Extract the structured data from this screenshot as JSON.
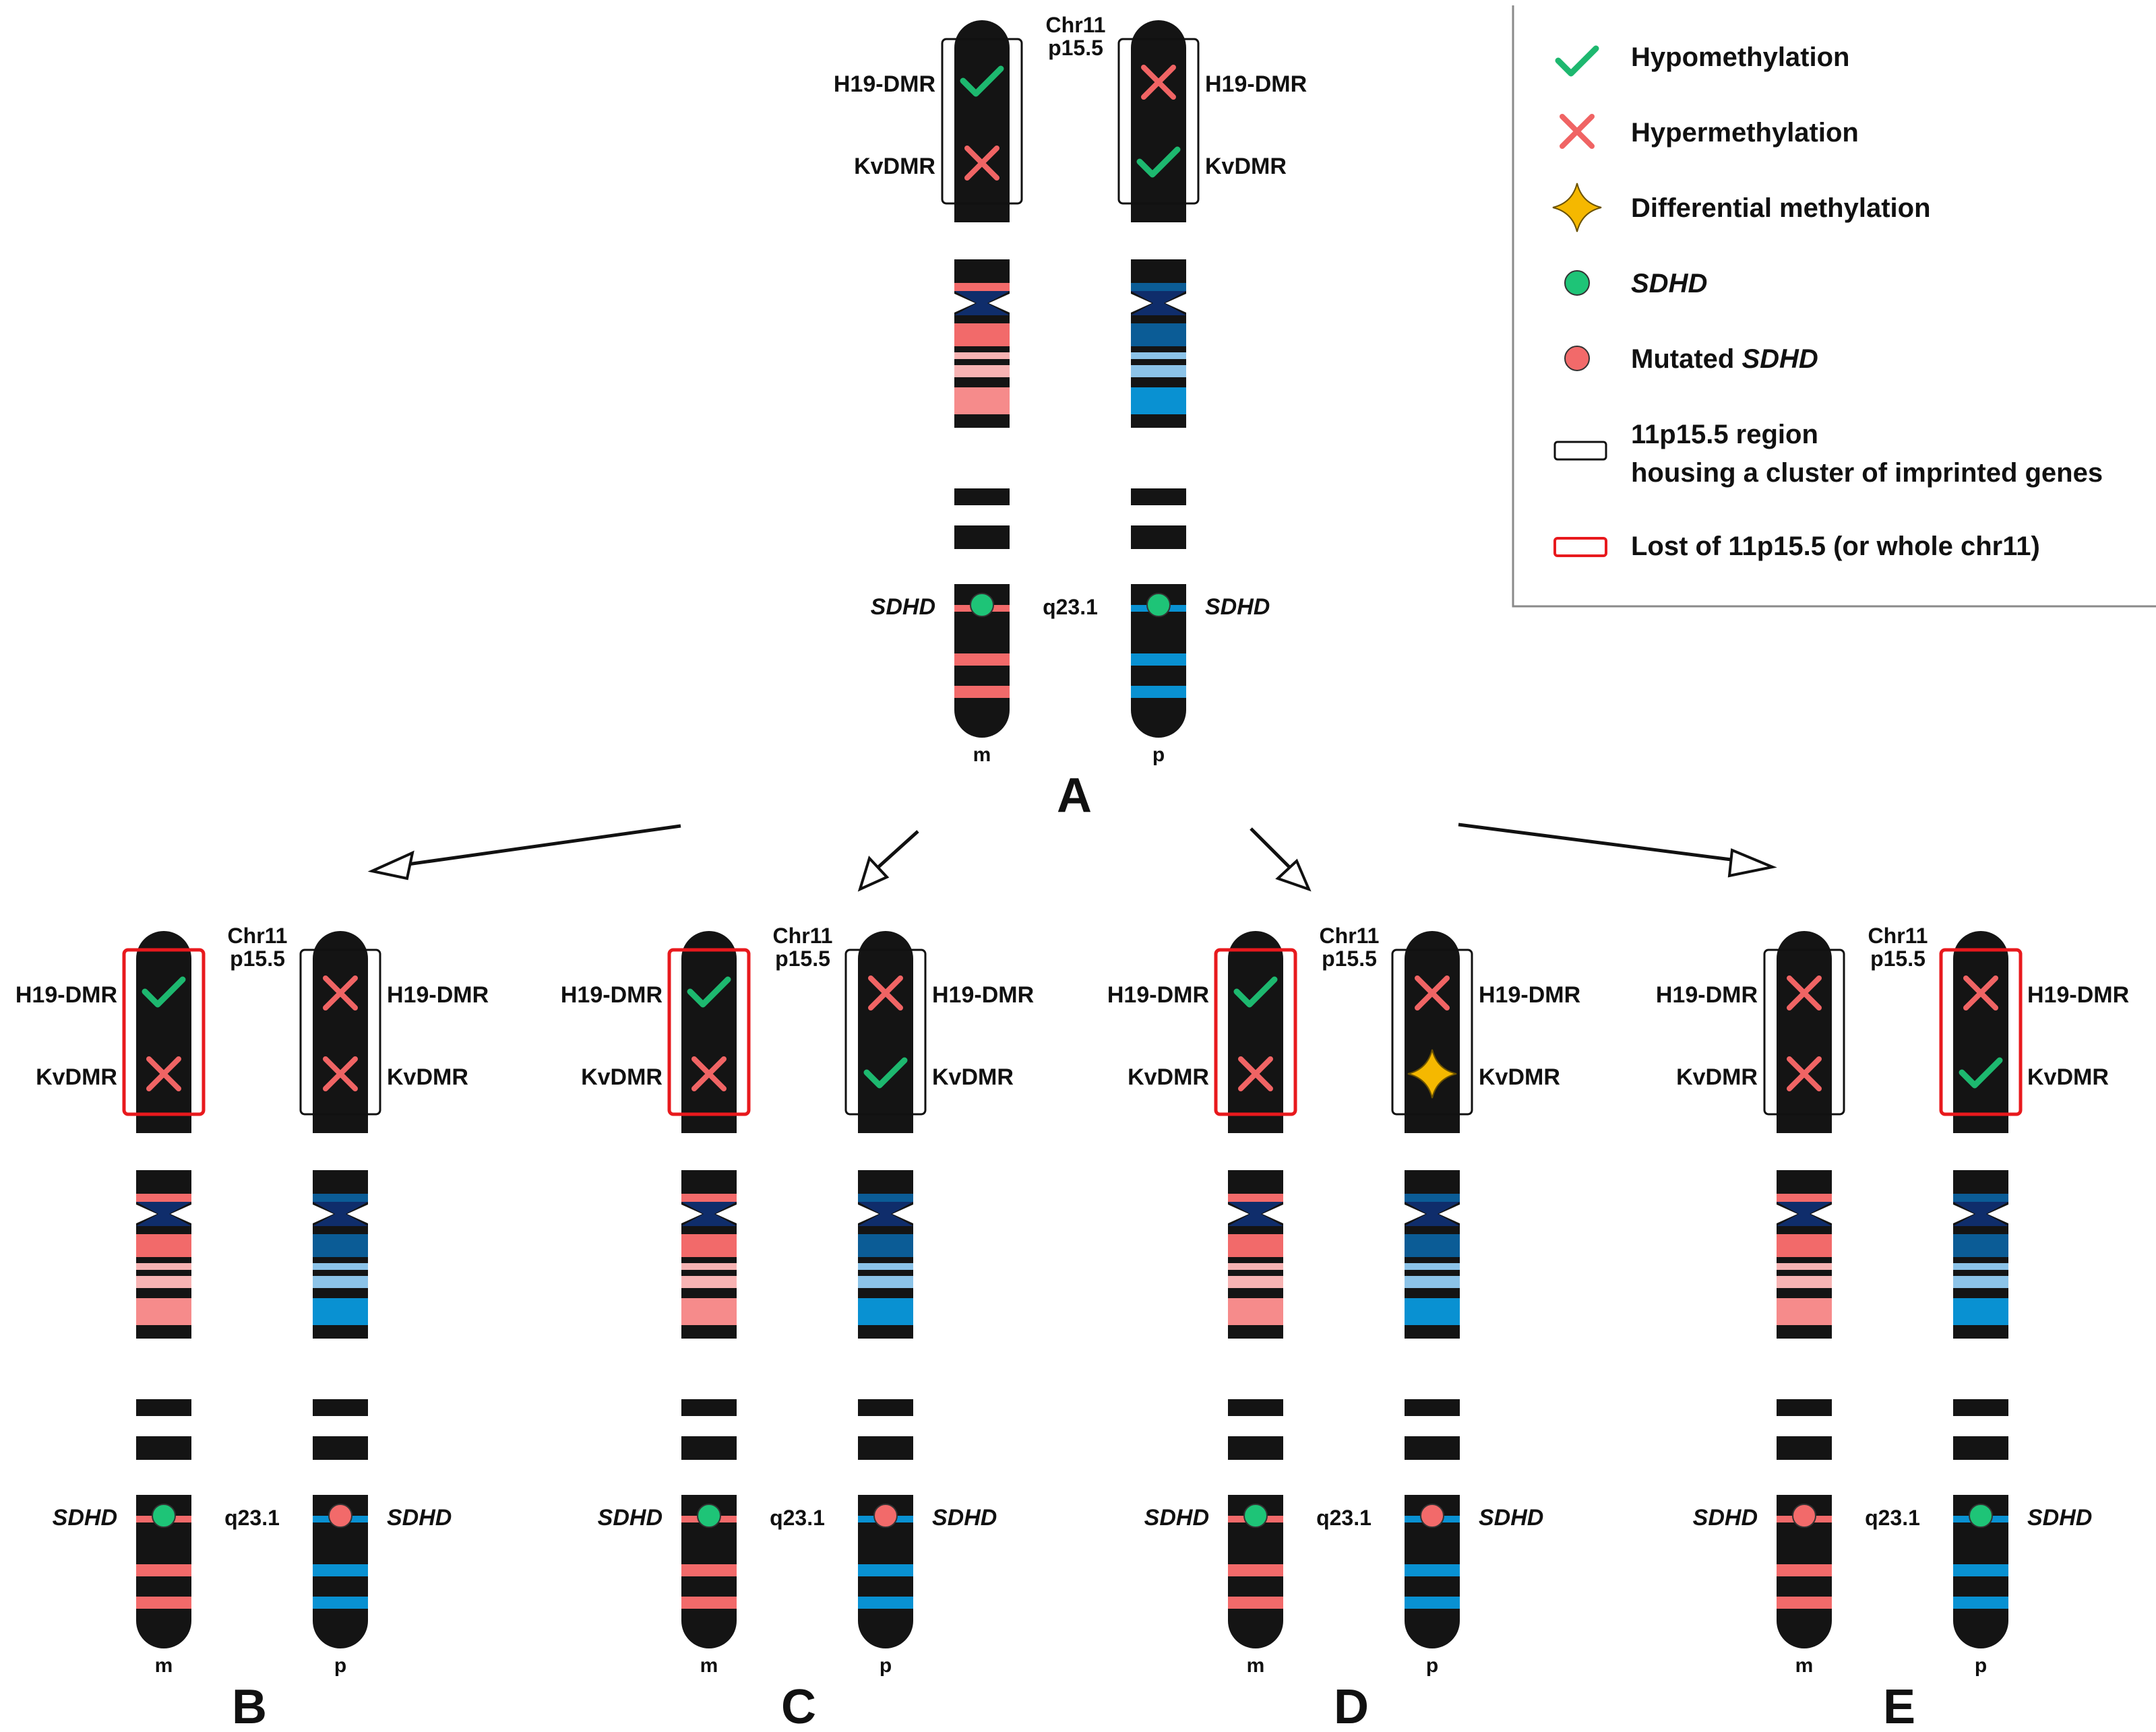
{
  "colors": {
    "hypo": "#1db86f",
    "hyper": "#f06464",
    "diff": "#f5b800",
    "sdhd_normal": "#1ec477",
    "sdhd_mutated": "#f26a6a",
    "lost_box": "#e8191d",
    "maternal_band_red": "#f26a6a",
    "maternal_band_pink": "#f7b3b3",
    "maternal_band_salmon": "#f68b8b",
    "paternal_band_dark": "#0b5c96",
    "paternal_band_light": "#8cc3e8",
    "paternal_band_mid": "#0991d2",
    "centromere": "#0f2d6b",
    "chromosome": "#141414"
  },
  "legend": {
    "hypomethylation": "Hypomethylation",
    "hypermethylation": "Hypermethylation",
    "differential": "Differential methylation",
    "sdhd": "SDHD",
    "mutated_prefix": "Mutated ",
    "mutated_gene": "SDHD",
    "region_line1": "11p15.5 region",
    "region_line2": "housing a cluster of imprinted genes",
    "lost": "Lost of 11p15.5 (or whole chr11)"
  },
  "common": {
    "chr_line1": "Chr11",
    "chr_line2": "p15.5",
    "h19": "H19-DMR",
    "kv": "KvDMR",
    "sdhd": "SDHD",
    "q231": "q23.1",
    "m": "m",
    "p": "p"
  },
  "panels": [
    {
      "letter": "A",
      "mat": {
        "h19": "hypo",
        "kv": "hyper",
        "sdhd": "normal",
        "lost": false
      },
      "pat": {
        "h19": "hyper",
        "kv": "hypo",
        "sdhd": "normal",
        "lost": false
      }
    },
    {
      "letter": "B",
      "mat": {
        "h19": "hypo",
        "kv": "hyper",
        "sdhd": "normal",
        "lost": true
      },
      "pat": {
        "h19": "hyper",
        "kv": "hyper",
        "sdhd": "mutated",
        "lost": false
      }
    },
    {
      "letter": "C",
      "mat": {
        "h19": "hypo",
        "kv": "hyper",
        "sdhd": "normal",
        "lost": true
      },
      "pat": {
        "h19": "hyper",
        "kv": "hypo",
        "sdhd": "mutated",
        "lost": false
      }
    },
    {
      "letter": "D",
      "mat": {
        "h19": "hypo",
        "kv": "hyper",
        "sdhd": "normal",
        "lost": true
      },
      "pat": {
        "h19": "hyper",
        "kv": "diff",
        "sdhd": "mutated",
        "lost": false
      }
    },
    {
      "letter": "E",
      "mat": {
        "h19": "hyper",
        "kv": "hyper",
        "sdhd": "mutated",
        "lost": false
      },
      "pat": {
        "h19": "hyper",
        "kv": "hypo",
        "sdhd": "normal",
        "lost": true
      }
    }
  ]
}
